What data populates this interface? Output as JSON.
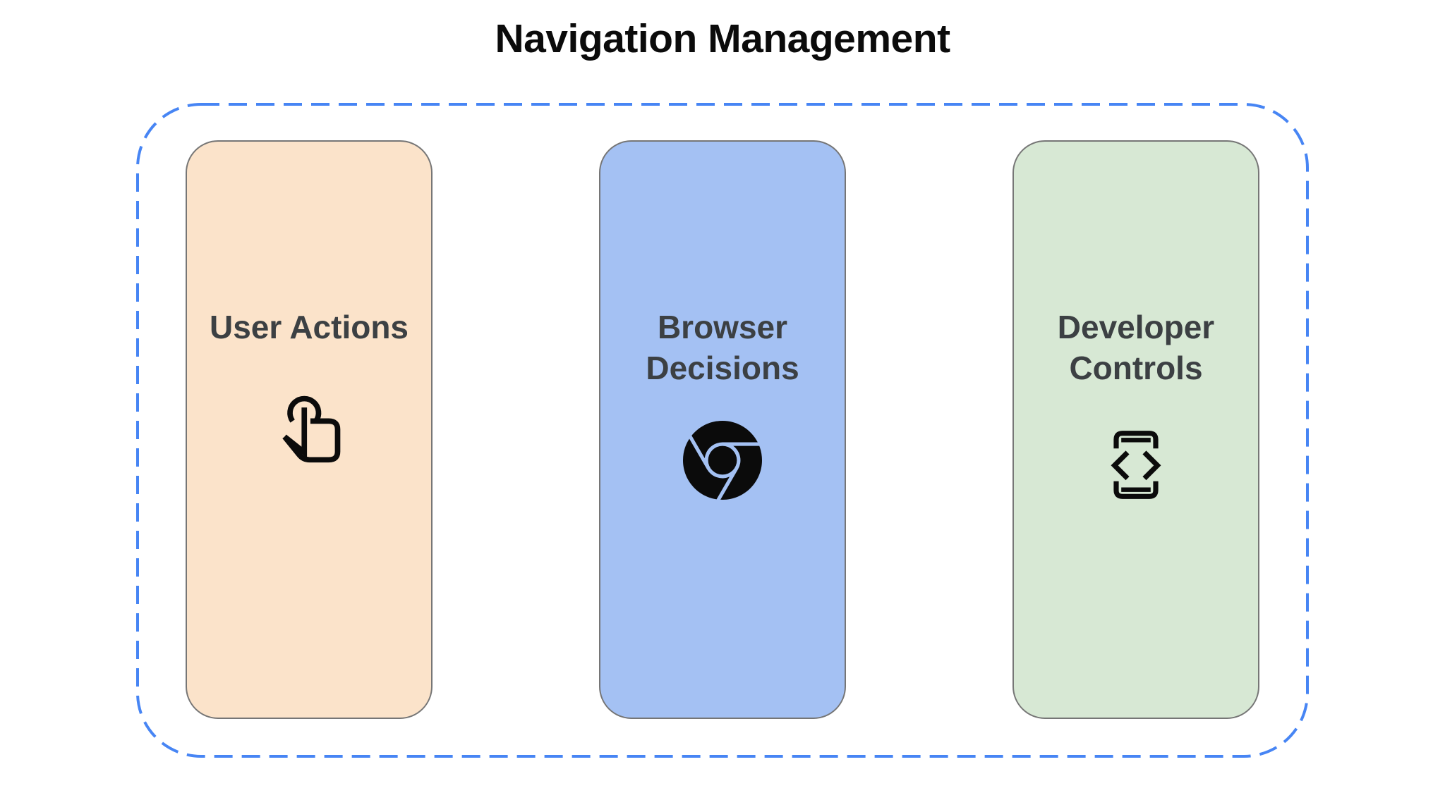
{
  "title": "Navigation Management",
  "container": {
    "border_color": "#4285F4",
    "border_style": "dashed"
  },
  "cards": [
    {
      "label": "User Actions",
      "icon": "touch-gesture-icon",
      "bg_color": "#FBE3CA",
      "text_color": "#3C4043"
    },
    {
      "label": "Browser Decisions",
      "icon": "chrome-browser-icon",
      "bg_color": "#A4C1F3",
      "text_color": "#3C4043"
    },
    {
      "label": "Developer Controls",
      "icon": "developer-mode-icon",
      "bg_color": "#D7E8D4",
      "text_color": "#3C4043"
    }
  ],
  "icon_color": "#0B0B0B",
  "card_border_color": "#767676"
}
